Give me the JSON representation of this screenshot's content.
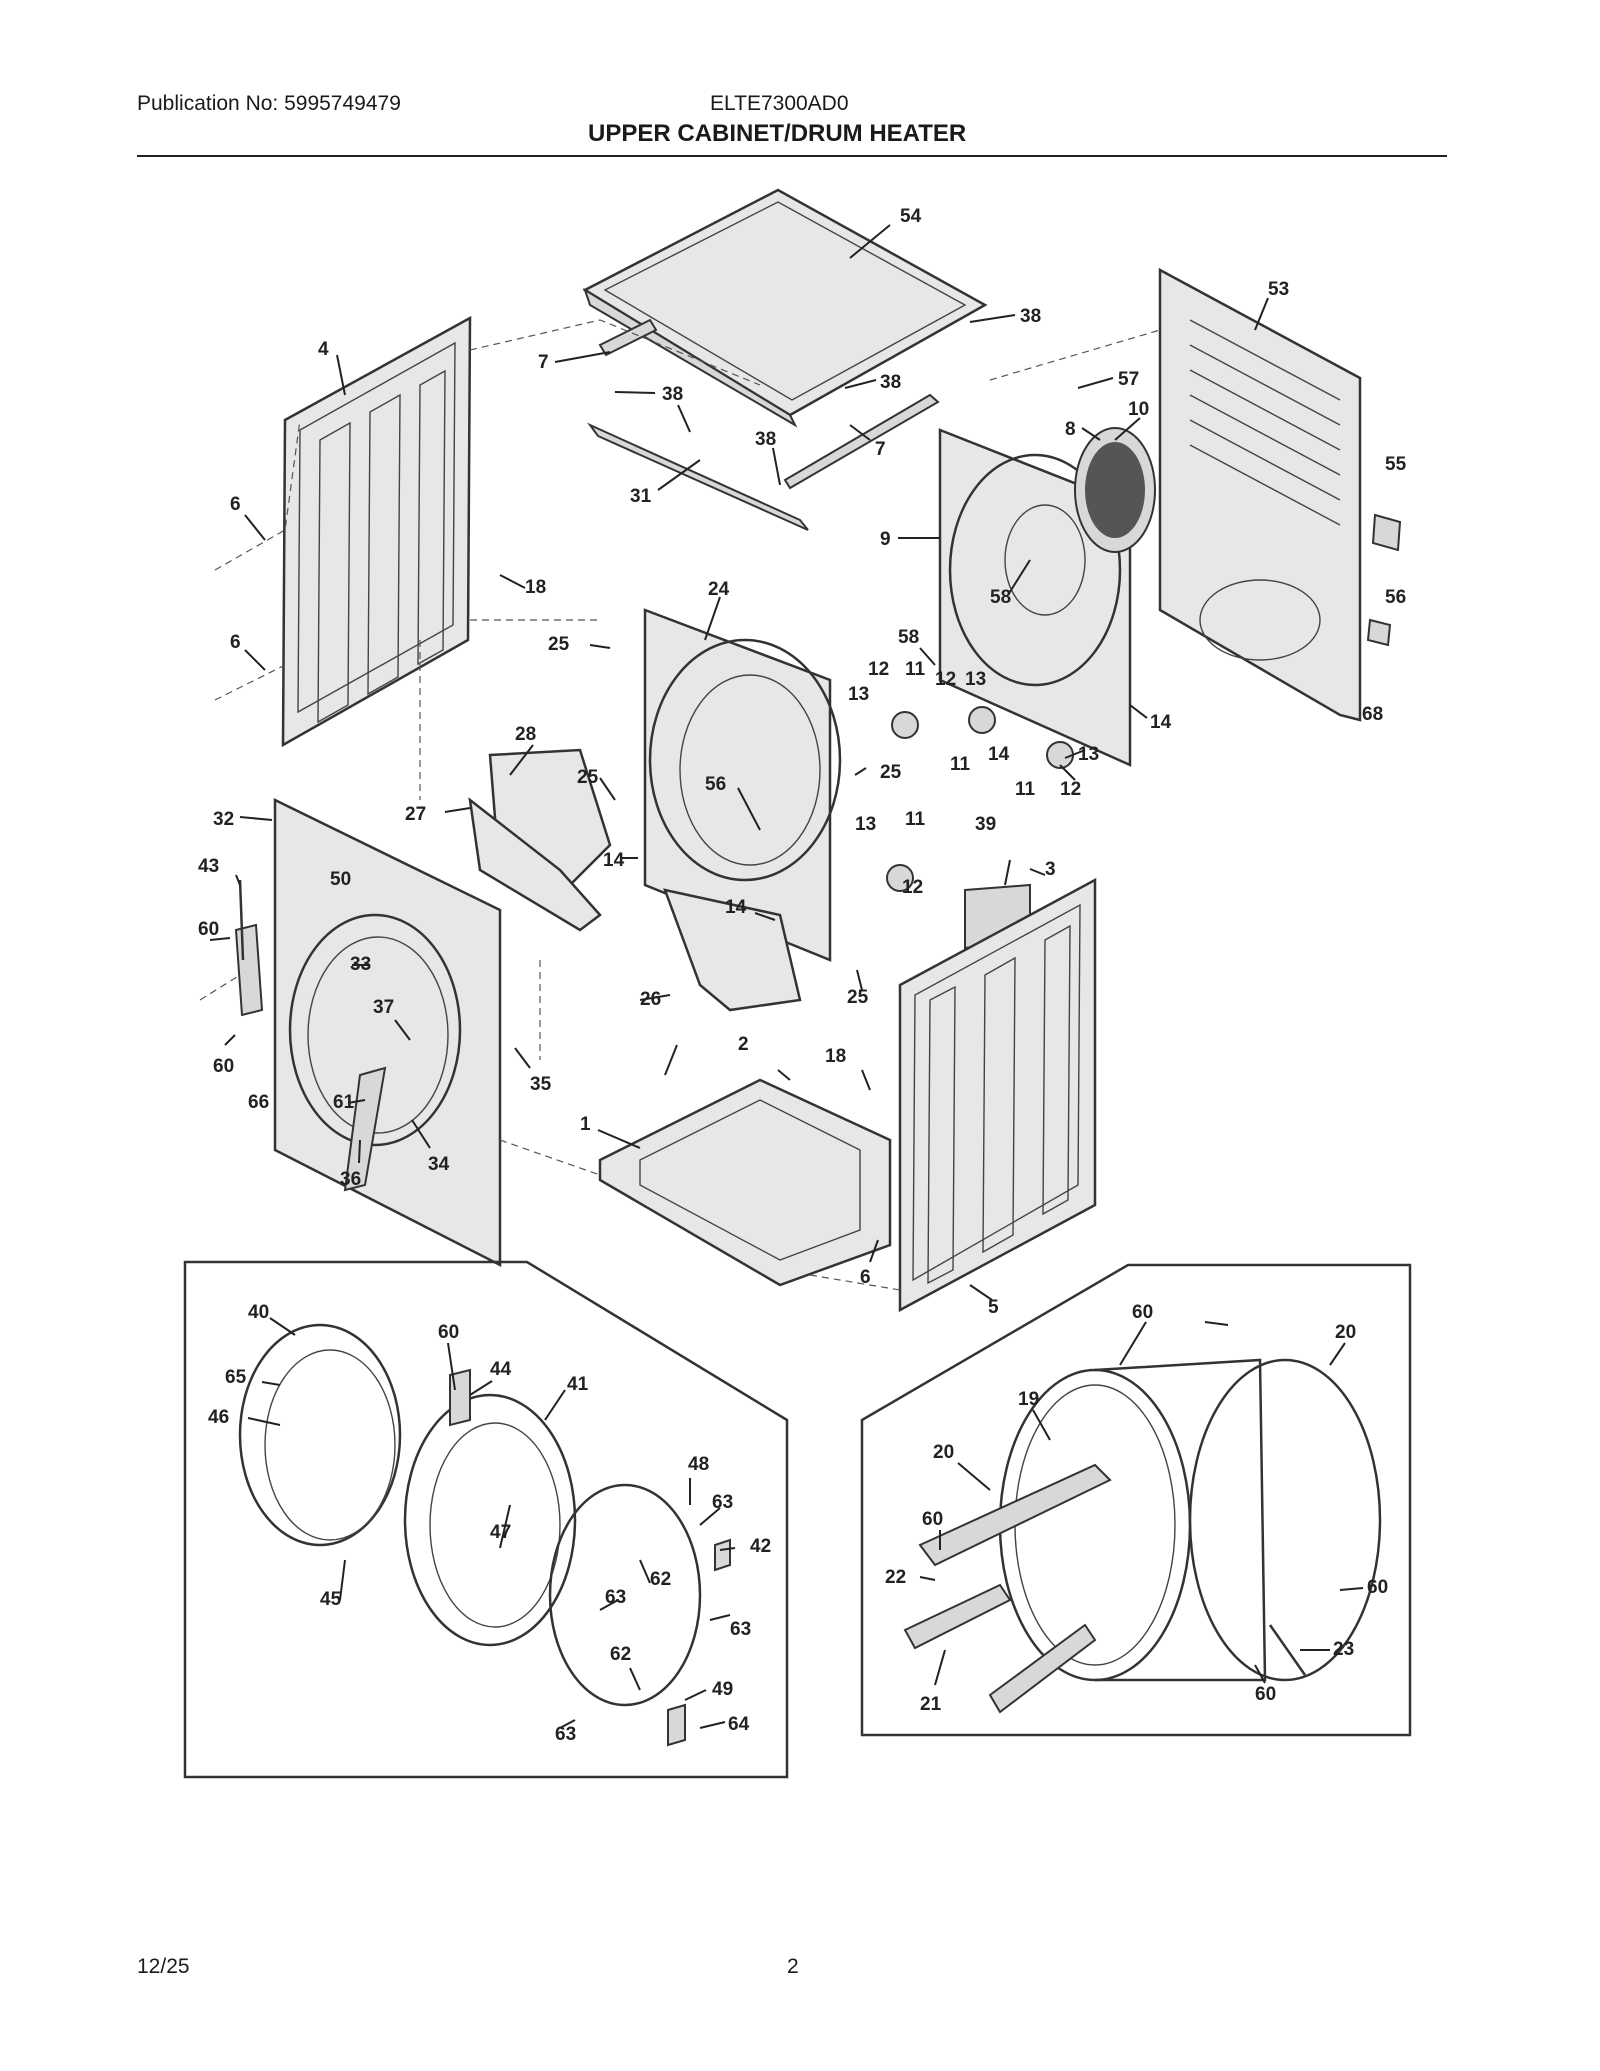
{
  "header": {
    "publication": "Publication No: 5995749479",
    "model": "ELTE7300AD0",
    "title": "UPPER CABINET/DRUM HEATER"
  },
  "footer": {
    "date": "12/25",
    "page": "2"
  },
  "callouts": {
    "c1": "1",
    "c2": "2",
    "c3": "3",
    "c4": "4",
    "c5": "5",
    "c6a": "6",
    "c6b": "6",
    "c6c": "6",
    "c7a": "7",
    "c7b": "7",
    "c8": "8",
    "c9": "9",
    "c10": "10",
    "c11a": "11",
    "c11b": "11",
    "c11c": "11",
    "c11d": "11",
    "c12a": "12",
    "c12b": "12",
    "c12c": "12",
    "c12d": "12",
    "c13a": "13",
    "c13b": "13",
    "c13c": "13",
    "c13d": "13",
    "c14a": "14",
    "c14b": "14",
    "c14c": "14",
    "c14d": "14",
    "c18a": "18",
    "c18b": "18",
    "c19": "19",
    "c20a": "20",
    "c20b": "20",
    "c21": "21",
    "c22": "22",
    "c23": "23",
    "c24": "24",
    "c25a": "25",
    "c25b": "25",
    "c25c": "25",
    "c25d": "25",
    "c26": "26",
    "c27": "27",
    "c28": "28",
    "c31": "31",
    "c32": "32",
    "c33": "33",
    "c34": "34",
    "c35": "35",
    "c36": "36",
    "c37": "37",
    "c38a": "38",
    "c38b": "38",
    "c38c": "38",
    "c38d": "38",
    "c39": "39",
    "c40": "40",
    "c41": "41",
    "c42": "42",
    "c43": "43",
    "c44": "44",
    "c45": "45",
    "c46": "46",
    "c47": "47",
    "c48": "48",
    "c49": "49",
    "c50": "50",
    "c53": "53",
    "c54": "54",
    "c55": "55",
    "c56a": "56",
    "c56b": "56",
    "c57": "57",
    "c58a": "58",
    "c58b": "58",
    "c60a": "60",
    "c60b": "60",
    "c60c": "60",
    "c60d": "60",
    "c60e": "60",
    "c60f": "60",
    "c60g": "60",
    "c61": "61",
    "c62a": "62",
    "c62b": "62",
    "c63a": "63",
    "c63b": "63",
    "c63c": "63",
    "c63d": "63",
    "c64": "64",
    "c65": "65",
    "c66": "66",
    "c68": "68"
  }
}
